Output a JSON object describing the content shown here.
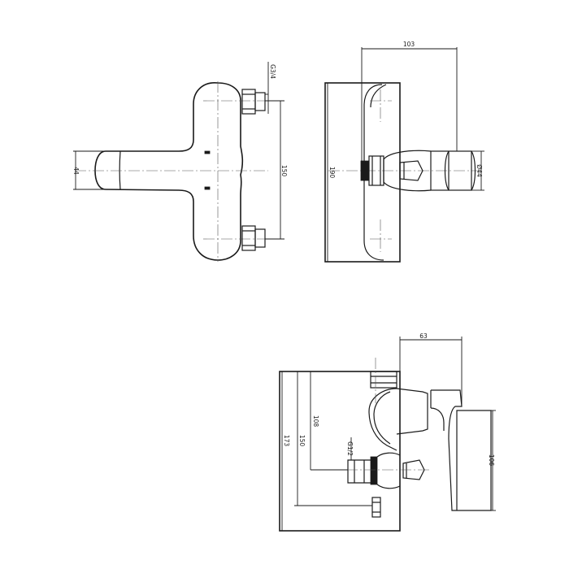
{
  "dimensions": {
    "top_view": {
      "thread": "G3/4",
      "height": "44",
      "centers": "150"
    },
    "side_view": {
      "depth": "103",
      "height": "190",
      "diameter": "Ø44"
    },
    "profile_view": {
      "depth": "63",
      "total_height": "173",
      "mid_height": "150",
      "outlet_height": "108",
      "outlet_thread": "G1/2",
      "plate_height": "106"
    }
  }
}
